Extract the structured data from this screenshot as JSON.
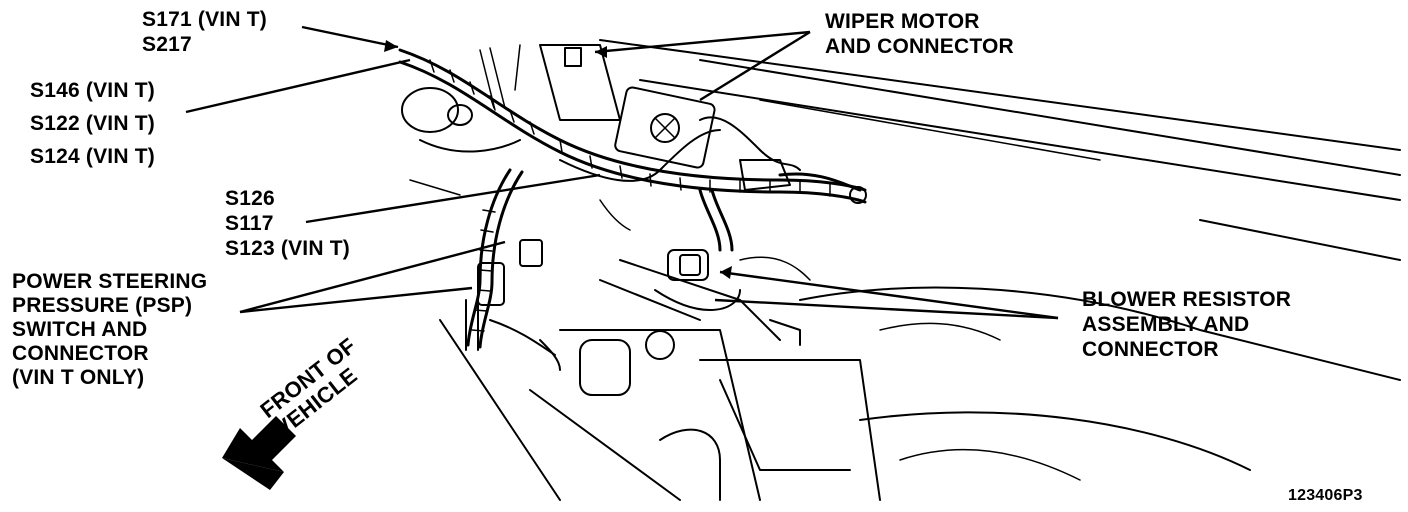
{
  "figure_id": "123406P3",
  "callouts": {
    "s171": {
      "lines": [
        "S171 (VIN T)",
        "S217"
      ]
    },
    "s146": {
      "lines": [
        "S146 (VIN T)",
        "S122 (VIN T)",
        "S124 (VIN T)"
      ]
    },
    "s126": {
      "lines": [
        "S126",
        "S117",
        "S123 (VIN T)"
      ]
    },
    "psp": {
      "lines": [
        "POWER STEERING",
        "PRESSURE (PSP)",
        "SWITCH AND",
        "CONNECTOR",
        "(VIN T ONLY)"
      ]
    },
    "wiper": {
      "lines": [
        "WIPER MOTOR",
        "AND CONNECTOR"
      ]
    },
    "blower": {
      "lines": [
        "BLOWER RESISTOR",
        "ASSEMBLY AND",
        "CONNECTOR"
      ]
    }
  },
  "direction_indicator": {
    "lines": [
      "FRONT OF",
      "VEHICLE"
    ],
    "icon": "arrow-down-left-icon"
  }
}
